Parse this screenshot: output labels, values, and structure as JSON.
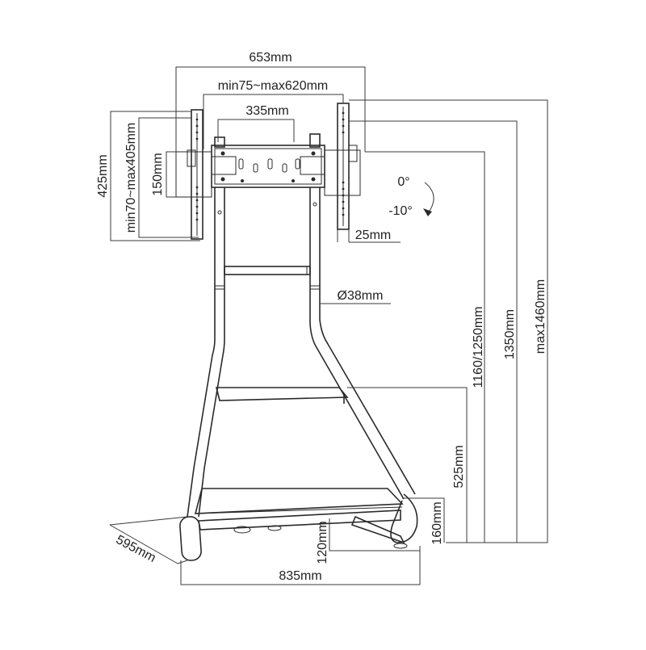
{
  "labels": {
    "width_overall": "653mm",
    "vesa_horizontal": "min75~max620mm",
    "plate_width": "335mm",
    "height_overall": "425mm",
    "vesa_vertical": "min70~max405mm",
    "plate_height": "150mm",
    "tilt_up": "0°",
    "tilt_down": "-10°",
    "wall_gap": "25mm",
    "pole_diameter": "Ø38mm",
    "height_top_shelf": "1160/1250mm",
    "height_1350": "1350mm",
    "height_max": "max1460mm",
    "shelf_height": "525mm",
    "bottom_shelf_height": "160mm",
    "base_height": "120mm",
    "base_depth": "595mm",
    "base_width": "835mm"
  },
  "colors": {
    "line": "#2a2a2a",
    "background": "#ffffff"
  }
}
